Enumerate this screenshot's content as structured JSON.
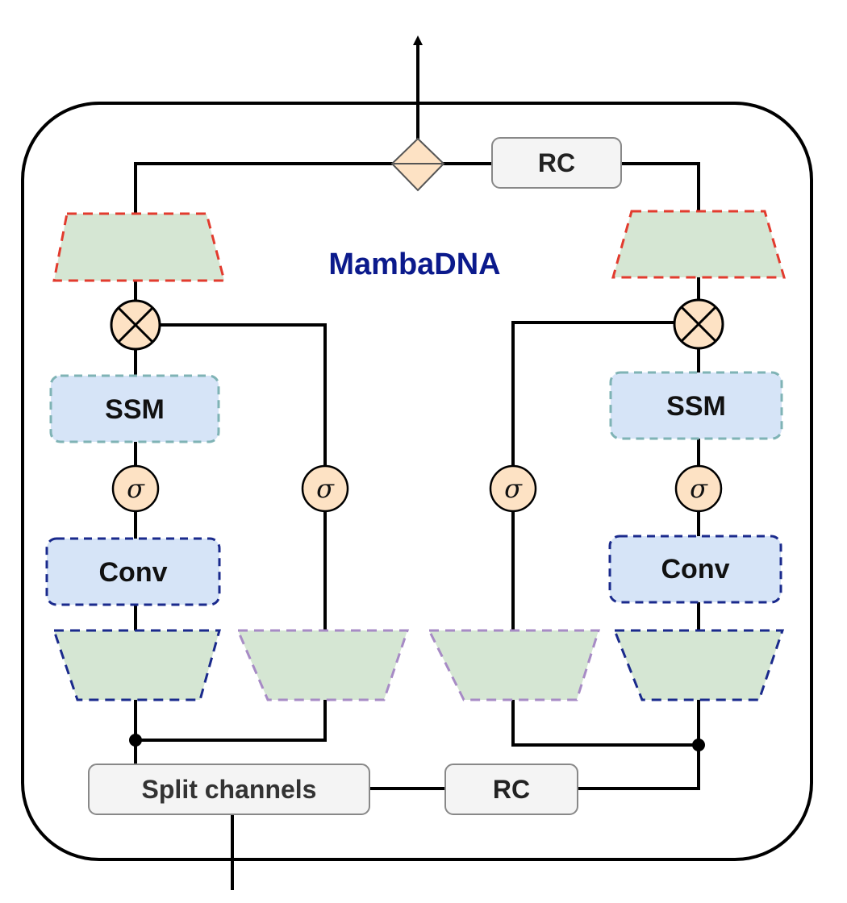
{
  "title": "MambaDNA",
  "title_color": "#0b1a8c",
  "colors": {
    "trap_fill": "#d5e6d3",
    "block_fill": "#d6e4f7",
    "node_fill": "#fde2c4",
    "box_fill": "#f4f4f4",
    "red_dash": "#e23b2e",
    "navy_dash": "#1a2a8c",
    "purple_dash": "#a78bc5",
    "teal_dash": "#7fb3b5"
  },
  "left_branch": {
    "ssm": "SSM",
    "conv": "Conv"
  },
  "right_branch": {
    "ssm": "SSM",
    "conv": "Conv"
  },
  "gate_symbol": "σ",
  "rc_top": "RC",
  "rc_bottom": "RC",
  "split": "Split channels"
}
